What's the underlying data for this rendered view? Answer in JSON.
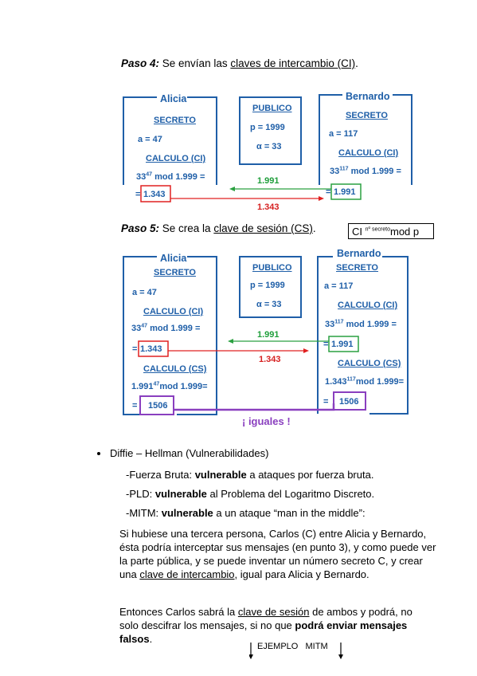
{
  "paso4": {
    "label": "Paso 4:",
    "text_before": " Se envían las ",
    "link": "claves de intercambio (CI)",
    "text_after": "."
  },
  "paso5": {
    "label": "Paso 5:",
    "text_before": " Se crea la ",
    "link": "clave de sesión (CS)",
    "text_after": "."
  },
  "formula_box": {
    "ci": "CI",
    "exp": "nº secreto",
    "rest": "mod p"
  },
  "diagram1": {
    "alicia": {
      "title": "Alicia",
      "secreto": "SECRETO",
      "a": "a = 47",
      "calculo": "CALCULO (CI)",
      "base": "33",
      "exp": "47",
      "expr_rest": " mod 1.999 =",
      "eq": "=",
      "result": "1.343"
    },
    "publico": {
      "title": "PUBLICO",
      "p": "p = 1999",
      "alpha": "α = 33"
    },
    "bernardo": {
      "title": "Bernardo",
      "secreto": "SECRETO",
      "a": "a = 117",
      "calculo": "CALCULO (CI)",
      "base": "33",
      "exp": "117",
      "expr_rest": " mod 1.999 =",
      "eq": "=",
      "result": "1.991"
    },
    "green_value": "1.991",
    "red_value": "1.343"
  },
  "diagram2": {
    "alicia": {
      "title": "Alicia",
      "secreto": "SECRETO",
      "a": "a = 47",
      "calculo": "CALCULO (CI)",
      "base": "33",
      "exp": "47",
      "expr_rest": " mod 1.999 =",
      "eq": "=",
      "result": "1.343",
      "calculo_cs": "CALCULO (CS)",
      "cs_base": "1.991",
      "cs_exp": "47",
      "cs_rest": "mod 1.999=",
      "cs_eq": "=",
      "cs_result": "1506"
    },
    "publico": {
      "title": "PUBLICO",
      "p": "p = 1999",
      "alpha": "α = 33"
    },
    "bernardo": {
      "title": "Bernardo",
      "secreto": "SECRETO",
      "a": "a = 117",
      "calculo": "CALCULO (CI)",
      "base": "33",
      "exp": "117",
      "expr_rest": " mod 1.999 =",
      "eq": "=",
      "result": "1.991",
      "calculo_cs": "CALCULO (CS)",
      "cs_base": "1.343",
      "cs_exp": "117",
      "cs_rest": "mod 1.999=",
      "cs_eq": "=",
      "cs_result": "1506"
    },
    "green_value": "1.991",
    "red_value": "1.343",
    "iguales": "¡ iguales !"
  },
  "bullet": {
    "title": "Diffie – Hellman (Vulnerabilidades)"
  },
  "items": {
    "fuerza_pre": "-Fuerza Bruta: ",
    "fuerza_bold": "vulnerable",
    "fuerza_post": " a ataques por fuerza bruta.",
    "pld_pre": "-PLD: ",
    "pld_bold": "vulnerable",
    "pld_post": " al Problema del Logaritmo Discreto.",
    "mitm_pre": "-MITM: ",
    "mitm_bold": "vulnerable",
    "mitm_post": " a un ataque “man in the middle”:"
  },
  "para1": {
    "text": "Si hubiese una tercera persona, Carlos (C) entre Alicia y Bernardo, ésta podría interceptar sus mensajes (en punto 3), y como puede ver la parte pública, y se puede inventar un número secreto C, y crear una ",
    "link": "clave de intercambio",
    "after": ", igual para Alicia y Bernardo."
  },
  "para2": {
    "before": "Entonces Carlos sabrá la ",
    "link": "clave de sesión",
    "middle": " de ambos y podrá, no solo descifrar los mensajes, si no que ",
    "bold": "podrá enviar mensajes falsos",
    "after": "."
  },
  "ejemplo": {
    "text": "EJEMPLO   MITM"
  }
}
